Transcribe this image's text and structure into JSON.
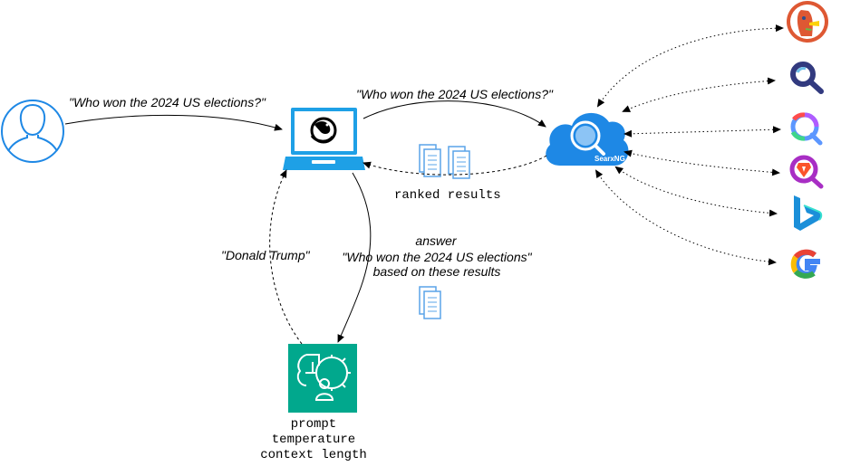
{
  "labels": {
    "user_query": "\"Who won the 2024 US elections?\"",
    "forwarded_query": "\"Who won the 2024 US elections?\"",
    "ranked_results": "ranked results",
    "answer_line1": "answer",
    "answer_line2": "\"Who won the 2024 US elections\"",
    "answer_line3": "based on these results",
    "llm_answer": "\"Donald Trump\"",
    "llm_params": [
      "prompt",
      "temperature",
      "context length"
    ],
    "searxng": "SearxNG"
  },
  "engines": [
    {
      "name": "DuckDuckGo",
      "icon": "duckduckgo-icon"
    },
    {
      "name": "Qwant-like search",
      "icon": "magnifier-engine-icon"
    },
    {
      "name": "Qwant",
      "icon": "qwant-icon"
    },
    {
      "name": "Brave Search",
      "icon": "brave-search-icon"
    },
    {
      "name": "Bing",
      "icon": "bing-icon"
    },
    {
      "name": "Google",
      "icon": "google-icon"
    }
  ],
  "colors": {
    "user_icon": "#1e88e5",
    "laptop": "#1ea0e6",
    "cloud": "#1e88e5",
    "llm_box": "#01a88d",
    "docs": "#5aa4e8"
  }
}
